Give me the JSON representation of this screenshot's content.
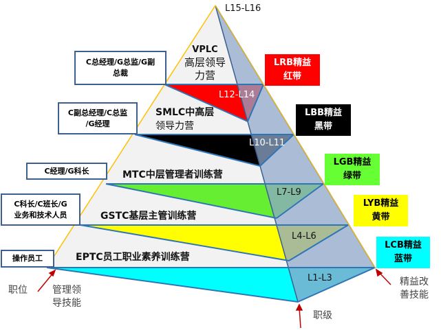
{
  "apex_level": "L15-L16",
  "camps": [
    {
      "code": "VPLC",
      "name": "高层领导力营",
      "line1": "VPLC",
      "line2": "高层领导",
      "line3": "力营"
    },
    {
      "name": "SMLC中高层领导力营",
      "line1": "SMLC中高层",
      "line2": "领导力营"
    },
    {
      "name": "MTC中层管理者训练营"
    },
    {
      "name": "GSTC基层主管训练营"
    },
    {
      "name": "EPTC员工职业素养训练营"
    }
  ],
  "levels": [
    "L12-L14",
    "L10-L11",
    "L7-L9",
    "L4-L6",
    "L1-L3"
  ],
  "positions": [
    {
      "line1": "C总经理/G总监/G副",
      "line2": "总裁"
    },
    {
      "line1": "C副总经理/C总监",
      "line2": "/G经理"
    },
    {
      "line1": "C经理/G科长"
    },
    {
      "line1": "C科长/C班长/G",
      "line2": "业务和技术人员"
    },
    {
      "line1": "操作员工"
    }
  ],
  "belts": [
    {
      "line1": "LRB精益",
      "line2": "红带",
      "color": "#ff0000",
      "text": "#ffffff"
    },
    {
      "line1": "LBB精益",
      "line2": "黑带",
      "color": "#000000",
      "text": "#ffffff"
    },
    {
      "line1": "LGB精益",
      "line2": "绿带",
      "color": "#66ff33",
      "text": "#111111"
    },
    {
      "line1": "LYB精益",
      "line2": "黄带",
      "color": "#ffff00",
      "text": "#111111"
    },
    {
      "line1": "LCB精益",
      "line2": "蓝带",
      "color": "#00ffff",
      "text": "#111111"
    }
  ],
  "axes": {
    "position": "职位",
    "management": "管理领",
    "management2": "导技能",
    "grade": "职级",
    "lean": "精益改",
    "lean2": "善技能"
  }
}
